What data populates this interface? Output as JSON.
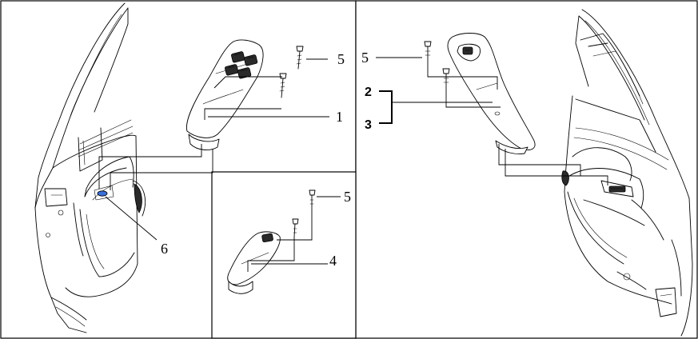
{
  "callouts": {
    "c1": "1",
    "c2": "2",
    "c3": "3",
    "c4": "4",
    "c5_left": "5",
    "c5_inset": "5",
    "c5_right": "5",
    "c6": "6"
  },
  "colors": {
    "line": "#000000",
    "background": "#ffffff",
    "bulb_highlight": "#3b6fd8"
  }
}
